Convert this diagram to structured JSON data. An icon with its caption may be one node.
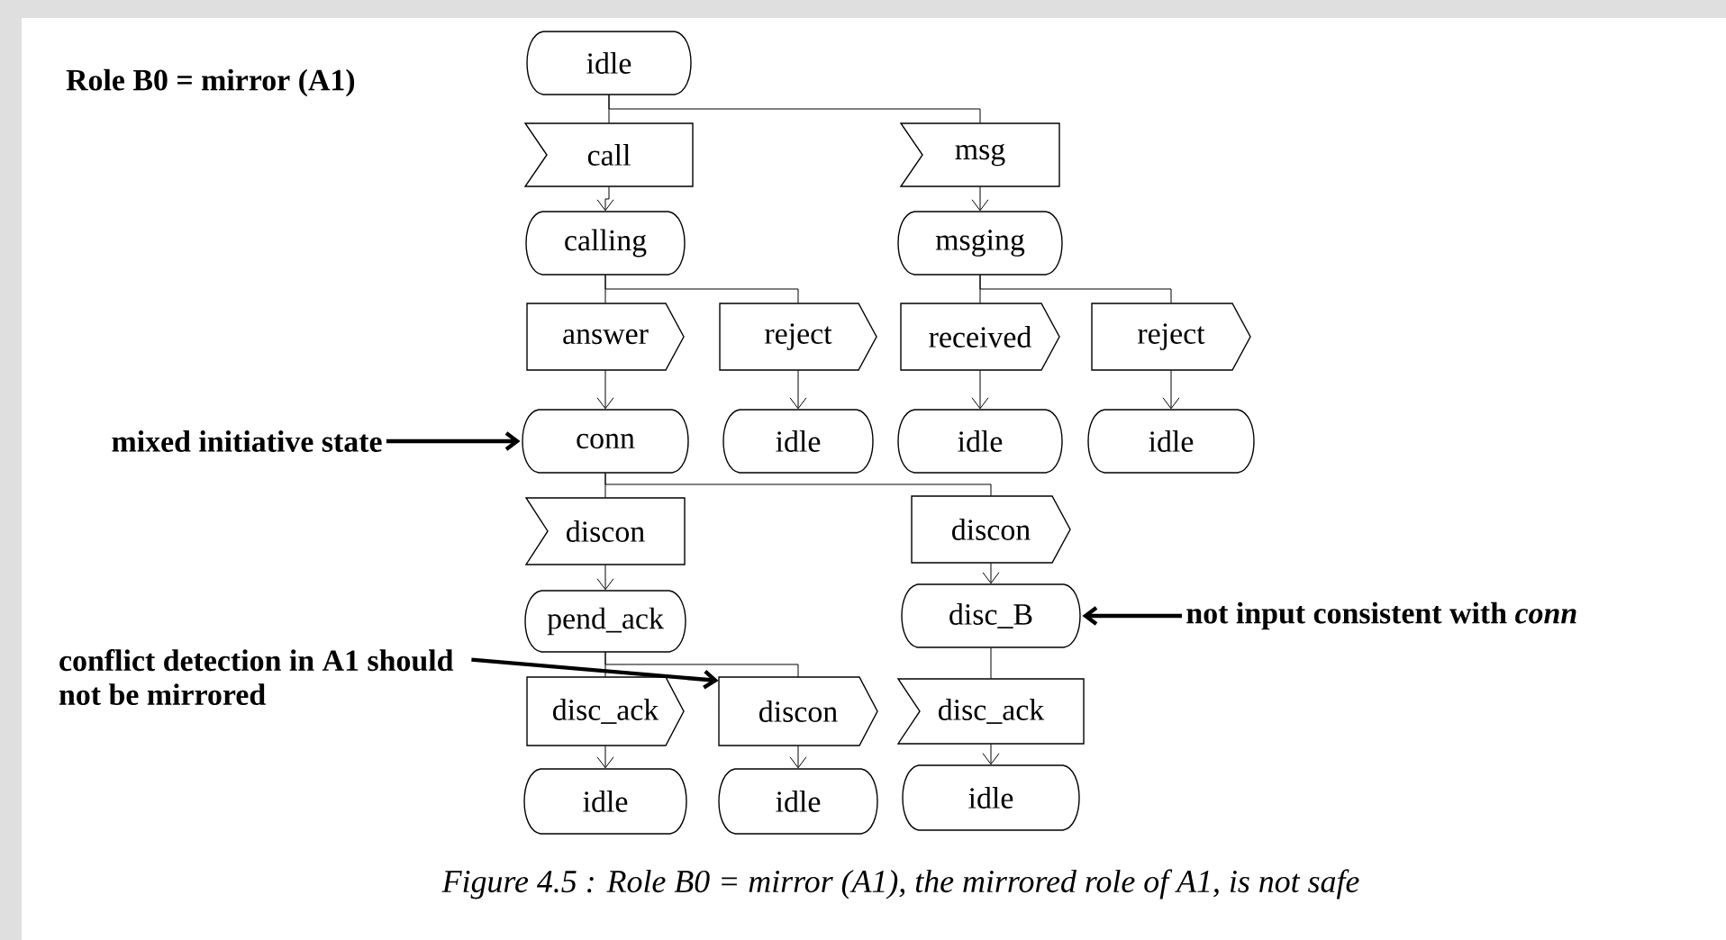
{
  "diagram": {
    "title": "Role B0 = mirror (A1)",
    "caption": "Figure 4.5 : Role B0 = mirror (A1), the mirrored role of A1, is not safe",
    "nodes": [
      {
        "text": [
          "idle"
        ]
      },
      {
        "text": [
          "call"
        ]
      },
      {
        "text": [
          "msg"
        ]
      },
      {
        "text": [
          "calling"
        ]
      },
      {
        "text": [
          "msging"
        ]
      },
      {
        "text": [
          "answer"
        ]
      },
      {
        "text": [
          "reject"
        ]
      },
      {
        "text": [
          "received"
        ]
      },
      {
        "text": [
          "reject"
        ]
      },
      {
        "text": [
          "conn"
        ]
      },
      {
        "text": [
          "idle"
        ]
      },
      {
        "text": [
          "idle"
        ]
      },
      {
        "text": [
          "idle"
        ]
      },
      {
        "text": [
          "discon"
        ]
      },
      {
        "text": [
          "discon"
        ]
      },
      {
        "text": [
          "pend_ack"
        ]
      },
      {
        "text": [
          "disc_B"
        ]
      },
      {
        "text": [
          "disc_ack"
        ]
      },
      {
        "text": [
          "discon"
        ]
      },
      {
        "text": [
          "disc_ack"
        ]
      },
      {
        "text": [
          "idle"
        ]
      },
      {
        "text": [
          "idle"
        ]
      },
      {
        "text": [
          "idle"
        ]
      },
      {
        "text": [
          "mixed initiative state"
        ]
      },
      {
        "text": [
          "conflict detection in A1 should not be mirrored"
        ]
      },
      {
        "text": [
          "not input consistent with *conn*"
        ]
      }
    ],
    "edges": [
      {
        "from": 0,
        "to": 1,
        "arrow": "none"
      },
      {
        "from": 0,
        "to": 2,
        "arrow": "none"
      },
      {
        "from": 1,
        "to": 3,
        "arrow": "to"
      },
      {
        "from": 2,
        "to": 4,
        "arrow": "to"
      },
      {
        "from": 3,
        "to": 5,
        "arrow": "none"
      },
      {
        "from": 3,
        "to": 6,
        "arrow": "none"
      },
      {
        "from": 4,
        "to": 7,
        "arrow": "none"
      },
      {
        "from": 4,
        "to": 8,
        "arrow": "none"
      },
      {
        "from": 5,
        "to": 9,
        "arrow": "to"
      },
      {
        "from": 6,
        "to": 10,
        "arrow": "to"
      },
      {
        "from": 7,
        "to": 11,
        "arrow": "to"
      },
      {
        "from": 8,
        "to": 12,
        "arrow": "to"
      },
      {
        "from": 9,
        "to": 13,
        "arrow": "none"
      },
      {
        "from": 9,
        "to": 14,
        "arrow": "none"
      },
      {
        "from": 13,
        "to": 15,
        "arrow": "to"
      },
      {
        "from": 14,
        "to": 16,
        "arrow": "to"
      },
      {
        "from": 15,
        "to": 17,
        "arrow": "none"
      },
      {
        "from": 15,
        "to": 18,
        "arrow": "none"
      },
      {
        "from": 16,
        "to": 19,
        "arrow": "none"
      },
      {
        "from": 17,
        "to": 20,
        "arrow": "to"
      },
      {
        "from": 18,
        "to": 21,
        "arrow": "to"
      },
      {
        "from": 19,
        "to": 22,
        "arrow": "to"
      },
      {
        "from": 23,
        "to": 9,
        "arrow": "to",
        "style": "thick"
      },
      {
        "from": 24,
        "to": 18,
        "arrow": "to",
        "style": "thick"
      },
      {
        "from": 25,
        "to": 16,
        "arrow": "to",
        "style": "thick"
      }
    ]
  }
}
